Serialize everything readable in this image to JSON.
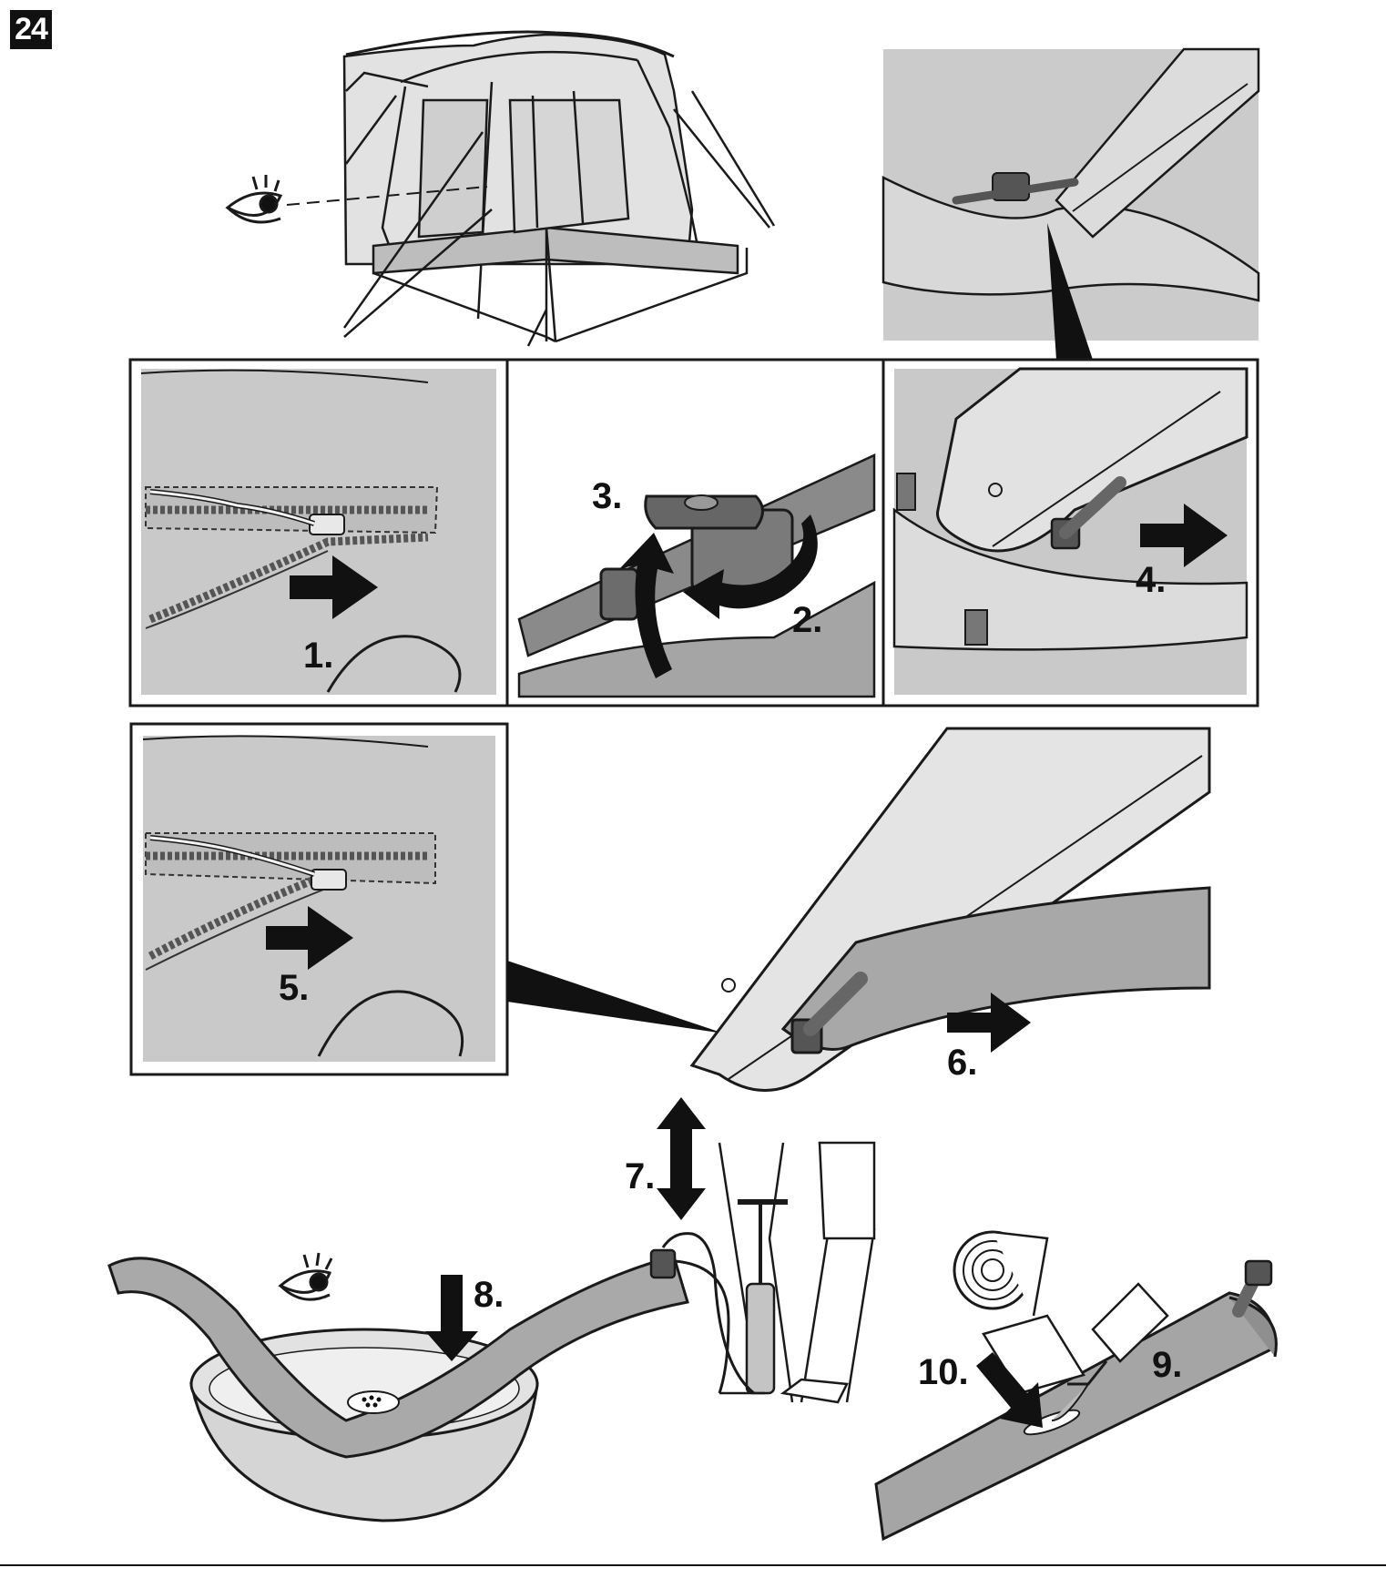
{
  "page_number": "24",
  "steps": {
    "s1": "1.",
    "s2": "2.",
    "s3": "3.",
    "s4": "4.",
    "s5": "5.",
    "s6": "6.",
    "s7": "7.",
    "s8": "8.",
    "s9": "9.",
    "s10": "10."
  },
  "colors": {
    "line": "#1a1a1a",
    "panel_gray": "#c9c9c9",
    "tube_gray": "#a9a9a9",
    "light_gray": "#e4e4e4"
  },
  "icons": [
    "eye-icon",
    "arrow-right-icon",
    "rotate-arrow-icon",
    "double-arrow-icon",
    "arrow-down-icon"
  ]
}
